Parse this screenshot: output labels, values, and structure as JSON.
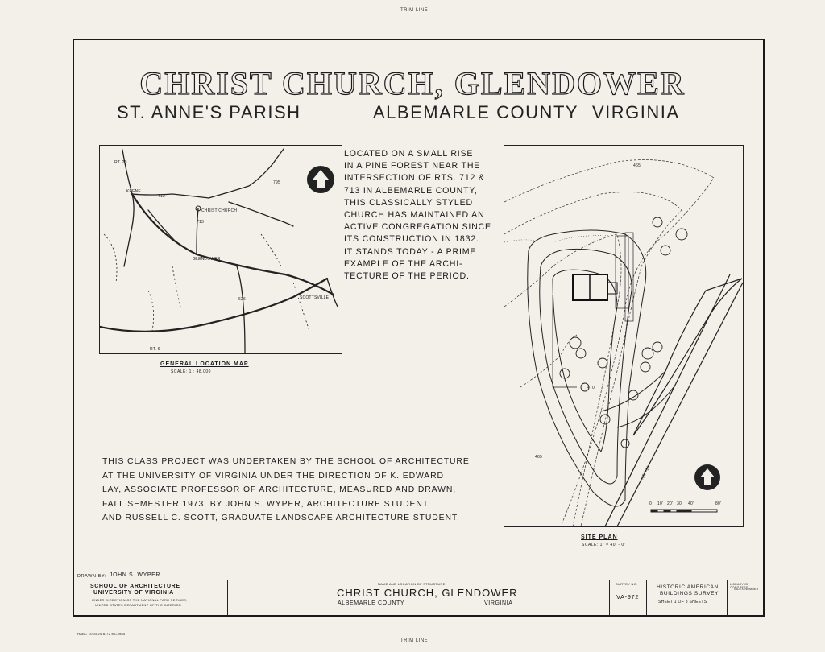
{
  "trim": {
    "top": "TRIM LINE",
    "bottom": "TRIM LINE"
  },
  "print_code": "HABC 10-5024 8-72 MC3984",
  "title": "CHRIST CHURCH, GLENDOWER",
  "subtitle": {
    "parish": "ST. ANNE'S PARISH",
    "county": "ALBEMARLE COUNTY",
    "state": "VIRGINIA"
  },
  "location_map": {
    "caption": "GENERAL LOCATION MAP",
    "scale": "SCALE: 1 : 48,000",
    "labels": {
      "rt20": "RT. 20",
      "rt795": "795",
      "keene": "KEENE",
      "rt712": "712",
      "church": "CHRIST CHURCH",
      "rt713": "713",
      "glendower": "GLENDOWER",
      "rt626": "626",
      "scottsville": "SCOTTSVILLE",
      "rt6": "RT. 6"
    }
  },
  "description": [
    "Located on a small rise",
    "in a pine forest near the",
    "intersection of rts. 712 &",
    "713 in Albemarle County,",
    "this classically styled",
    "church has maintained an",
    "active congregation since",
    "its construction in 1832.",
    "It stands today - a prime",
    "example of the archi-",
    "tecture of the period."
  ],
  "credit": [
    "THIS CLASS PROJECT WAS UNDERTAKEN BY THE SCHOOL OF ARCHITECTURE",
    "AT THE UNIVERSITY OF VIRGINIA UNDER THE DIRECTION OF K. EDWARD",
    "LAY, ASSOCIATE PROFESSOR OF ARCHITECTURE, MEASURED AND DRAWN,",
    "FALL SEMESTER 1973, BY JOHN S. WYPER, ARCHITECTURE STUDENT,",
    "AND RUSSELL C. SCOTT, GRADUATE LANDSCAPE ARCHITECTURE STUDENT."
  ],
  "site_plan": {
    "caption": "SITE PLAN",
    "scale": "SCALE: 1\" = 40' - 0\"",
    "contours": {
      "c1": "465",
      "c2": "470",
      "c3": "465"
    },
    "road": "RT. 713",
    "scale_bar": {
      "t0": "0",
      "t1": "10'",
      "t2": "20'",
      "t3": "30'",
      "t4": "40'",
      "t5": "80'"
    }
  },
  "title_block": {
    "drawn_by_label": "DRAWN BY:",
    "drawn_by": "JOHN S. WYPER",
    "school_1": "SCHOOL OF ARCHITECTURE",
    "school_2": "UNIVERSITY OF VIRGINIA",
    "school_3": "UNDER DIRECTION OF THE NATIONAL PARK SERVICE,",
    "school_4": "UNITED STATES DEPARTMENT OF THE INTERIOR",
    "structure_label": "NAME AND LOCATION OF STRUCTURE",
    "structure_name": "CHRIST CHURCH, GLENDOWER",
    "county": "ALBEMARLE COUNTY",
    "state": "VIRGINIA",
    "survey_label": "SURVEY NO.",
    "survey_no": "VA-972",
    "habs_1": "HISTORIC AMERICAN",
    "habs_2": "BUILDINGS SURVEY",
    "sheet": "SHEET 1 OF 8 SHEETS",
    "loc_1": "LIBRARY OF CONGRESS",
    "loc_2": "INDEX NUMBER"
  }
}
